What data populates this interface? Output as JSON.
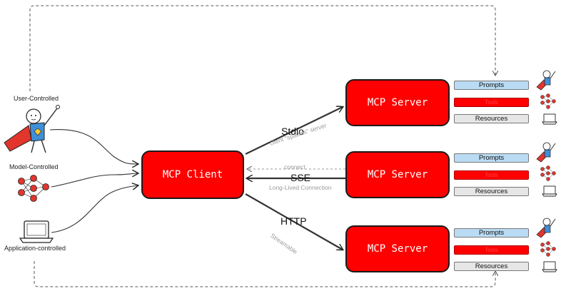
{
  "actors": {
    "user": "User-Controlled",
    "model": "Model-Controlled",
    "application": "Application-controlled"
  },
  "client": {
    "label": "MCP Client"
  },
  "servers": [
    {
      "label": "MCP Server",
      "capabilities": [
        "Prompts",
        "Tools",
        "Resources"
      ]
    },
    {
      "label": "MCP Server",
      "capabilities": [
        "Prompts",
        "Tools",
        "Resources"
      ]
    },
    {
      "label": "MCP Server",
      "capabilities": [
        "Prompts",
        "Tools",
        "Resources"
      ]
    }
  ],
  "transports": {
    "stdio": {
      "label": "Stdio",
      "note": "client \"spawns\" server"
    },
    "sse": {
      "label": "SSE",
      "connect": "connect",
      "note": "Long-Lived Connection"
    },
    "http": {
      "label": "HTTP",
      "note": "Streamable"
    }
  },
  "colors": {
    "box": "#ff0000",
    "outline": "#1a1a1a",
    "prompts": "#b9dcf4",
    "resources": "#e6e6e6",
    "note": "#9a9a9a"
  },
  "icons": [
    "superhero-user-icon",
    "neural-network-icon",
    "laptop-icon"
  ]
}
